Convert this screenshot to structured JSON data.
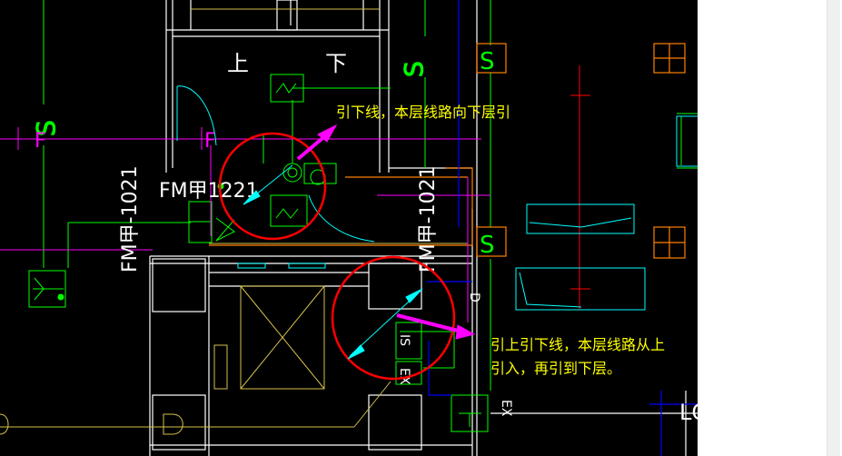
{
  "annotations": {
    "note1": "引下线，本层线路向下层引",
    "note2_line1": "引上引下线，本层线路从上",
    "note2_line2": "引入，再引到下层。"
  },
  "labels": {
    "up": "上",
    "down": "下",
    "fm1221": "FM甲1221",
    "fm1021_left": "FM甲-1021",
    "fm1021_right": "FM甲-1021",
    "s1": "S",
    "s2": "S",
    "s3": "S",
    "f1": "F",
    "f2": "F",
    "s_left": "S",
    "d_mark": "D",
    "is_mark": "IS",
    "ex_mark": "EX",
    "ex_mark2": "EX",
    "lc_mark": "LC"
  },
  "colors": {
    "background": "#000000",
    "wall": "#ffffff",
    "green": "#00ff00",
    "yellow": "#ffff00",
    "cyan": "#00ffff",
    "magenta": "#ff00ff",
    "orange": "#ff8000",
    "red": "#ff0000",
    "blue": "#0000ff",
    "lightyellow": "#d4c04a",
    "gray": "#a0a0a0"
  }
}
